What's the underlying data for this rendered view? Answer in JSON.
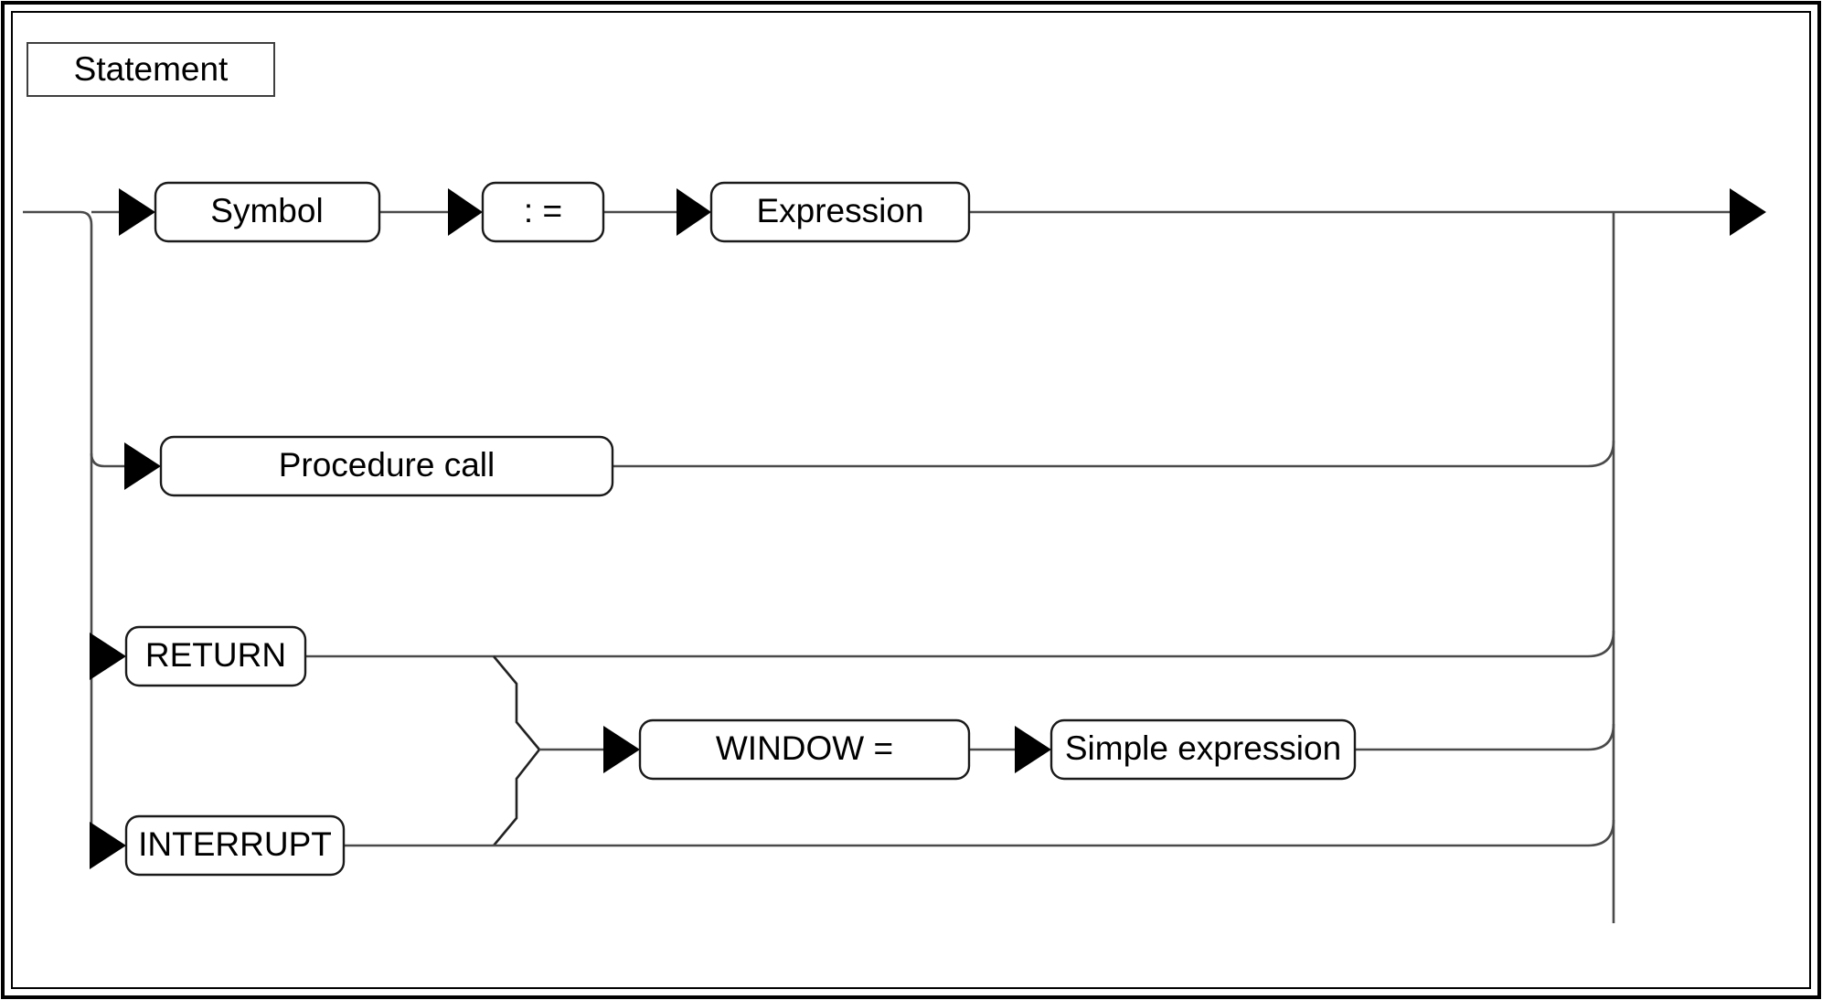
{
  "diagram": {
    "kind": "railroad-syntax-diagram",
    "title": "Statement",
    "background_color": "#ffffff",
    "line_color": "#4a4a4a",
    "box_stroke_color": "#1a1a1a",
    "text_color": "#000000",
    "nodes": {
      "symbol": "Symbol",
      "assign": ": =",
      "expression": "Expression",
      "procedure_call": "Procedure call",
      "return": "RETURN",
      "window": "WINDOW =",
      "simple_expression": "Simple expression",
      "interrupt": "INTERRUPT"
    },
    "branches": [
      {
        "id": "branch-assignment",
        "labels": [
          "Symbol",
          ": =",
          "Expression"
        ]
      },
      {
        "id": "branch-procedure-call",
        "labels": [
          "Procedure call"
        ]
      },
      {
        "id": "branch-return",
        "labels": [
          "RETURN"
        ]
      },
      {
        "id": "branch-window",
        "labels": [
          "WINDOW =",
          "Simple expression"
        ]
      },
      {
        "id": "branch-interrupt",
        "labels": [
          "INTERRUPT"
        ]
      }
    ],
    "entry_arrow": "arrow-right",
    "exit_arrow": "arrow-right"
  }
}
